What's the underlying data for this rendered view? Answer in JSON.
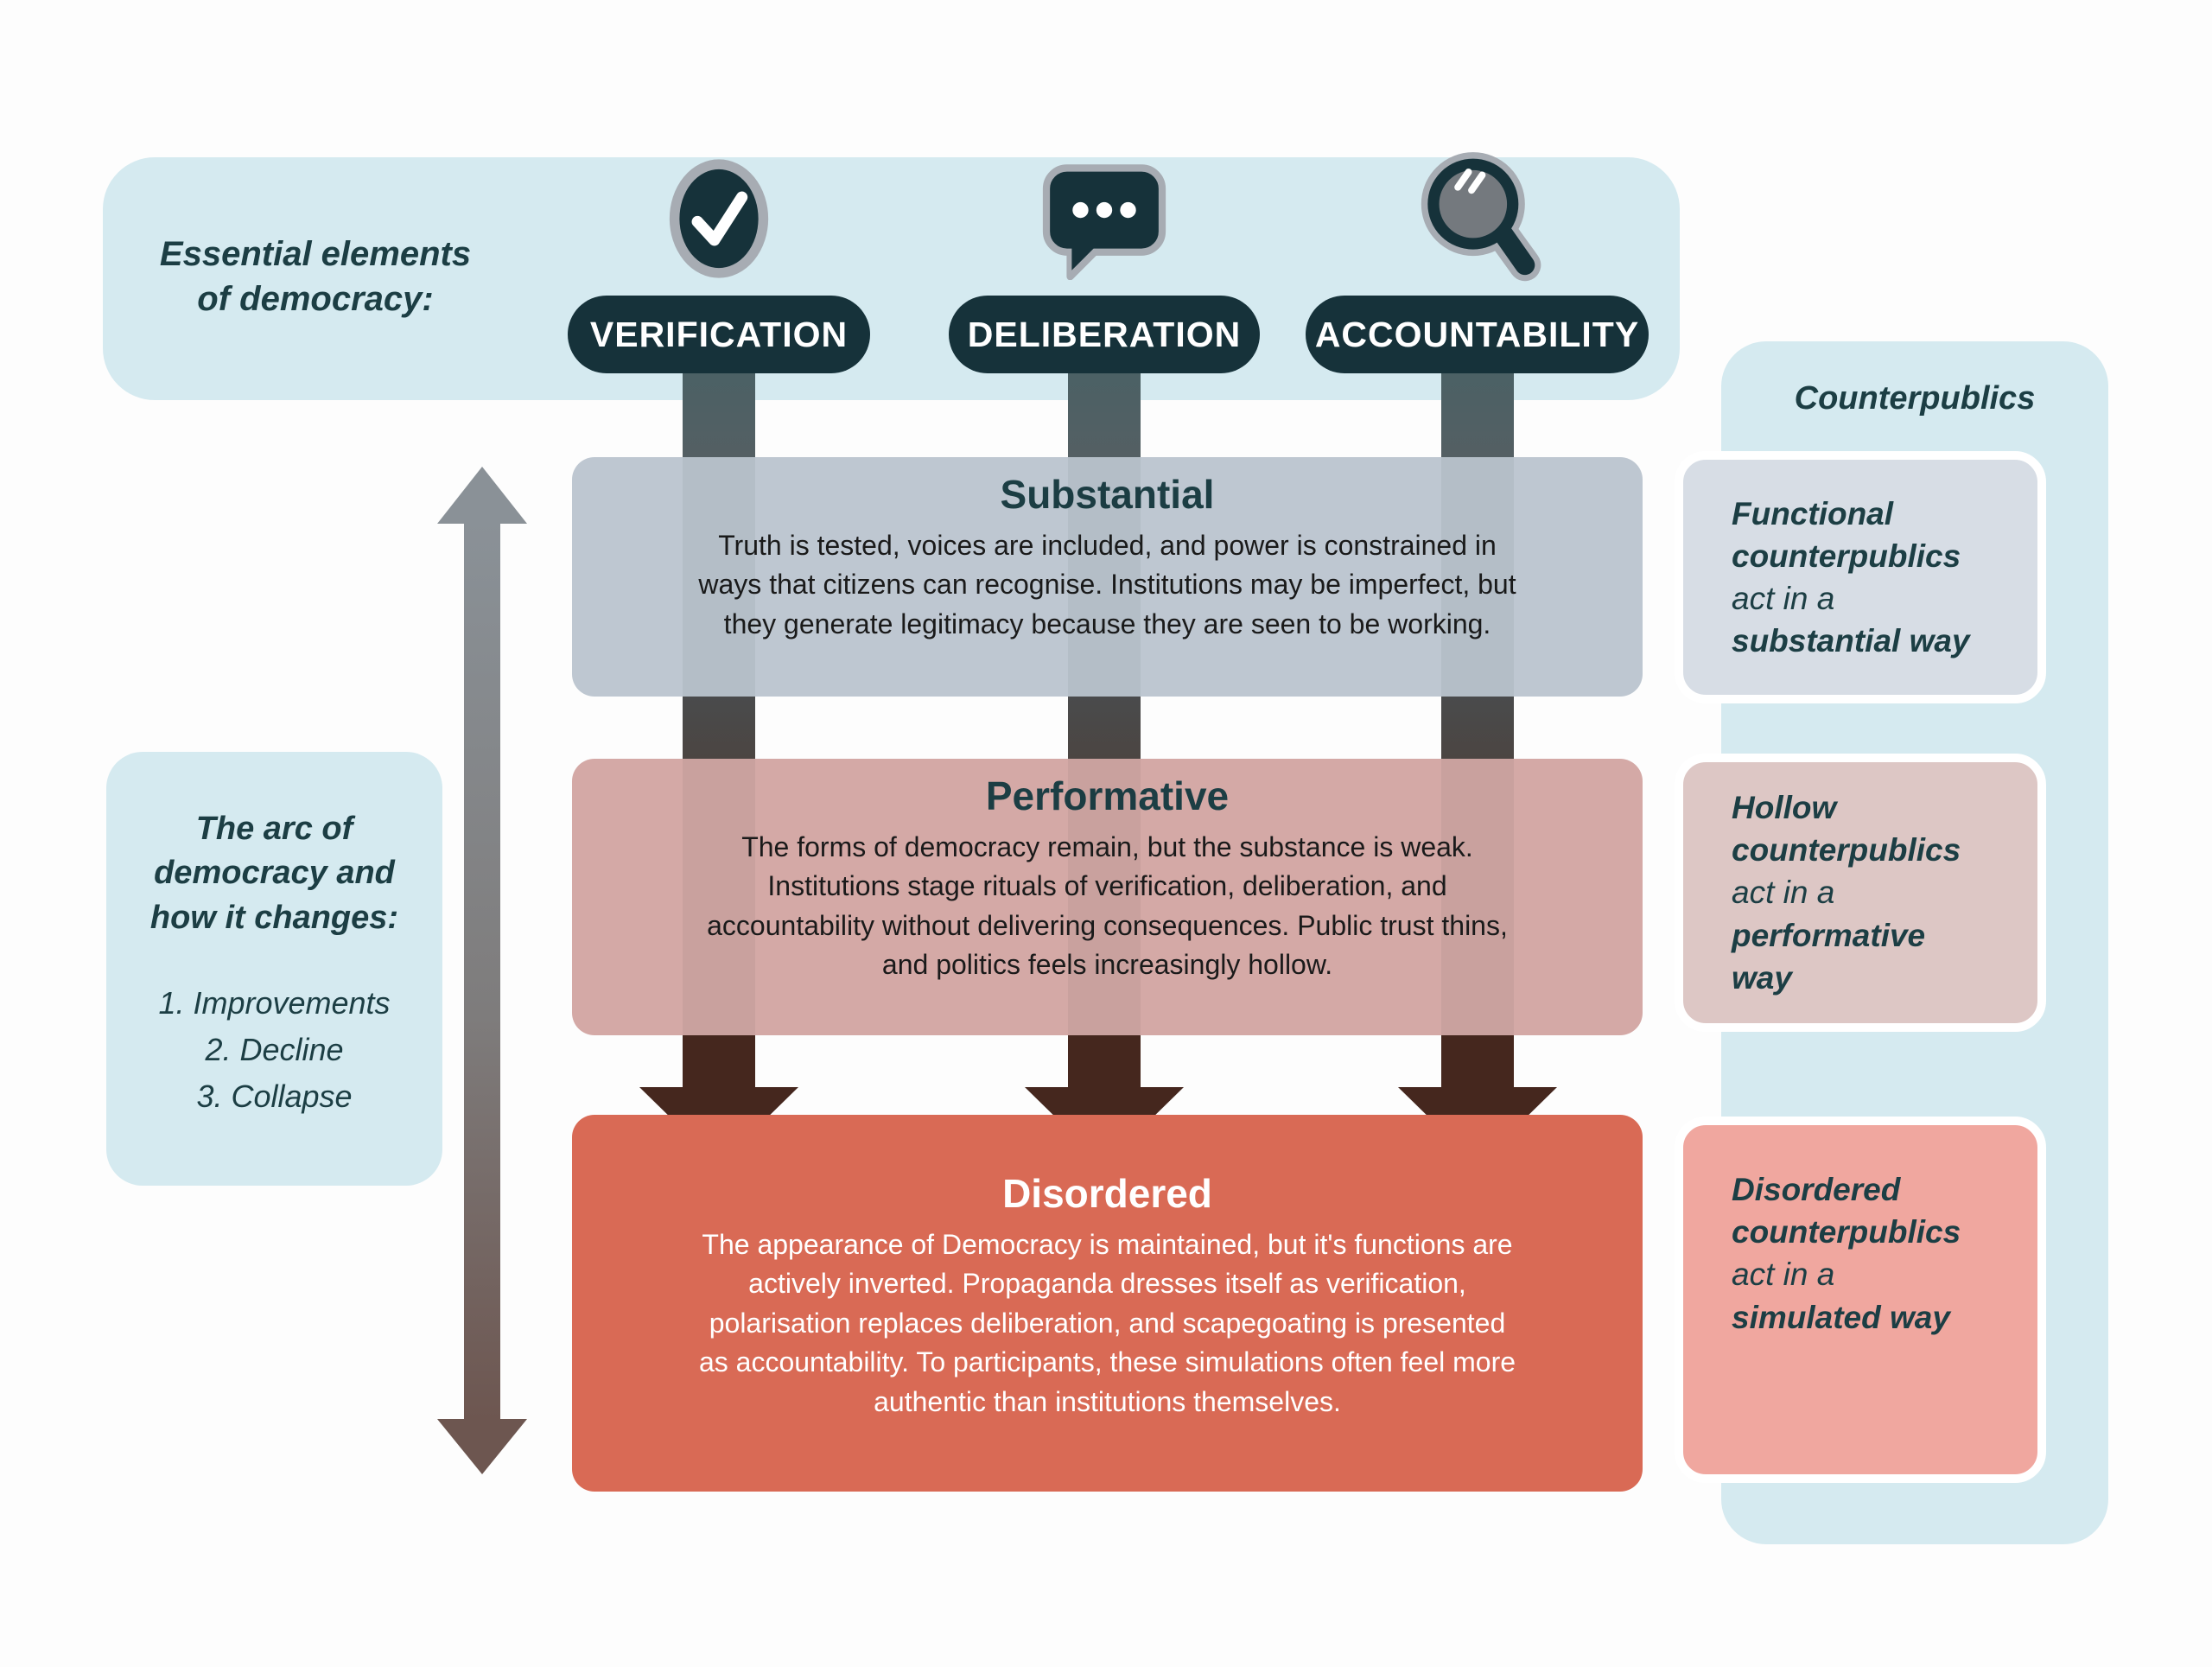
{
  "colors": {
    "bg": "#fdfdfd",
    "panel-blue": "#d5eaf0",
    "dark-teal": "#16323a",
    "text-teal": "#1c3e44",
    "gray-ring": "#a7acb3",
    "lens-gray": "#74797e",
    "band-substantial": "#bec7d1",
    "band-performative": "#d4a9a6",
    "band-disordered": "#d96a55",
    "box-functional": "#d7dde5",
    "box-hollow": "#ddc7c5",
    "box-disordered": "#f0a79f",
    "seg1-top": "#4b6165",
    "seg1-bottom": "#545f63",
    "seg2-top": "#4a4b4c",
    "seg2-bottom": "#4b4542",
    "seg3": "#45271e",
    "arrow-top": "#8a9197",
    "arrow-mid": "#7e7c7c",
    "arrow-bottom": "#6d5650",
    "body-dark": "#1a1a1a"
  },
  "header": {
    "label_line1": "Essential elements",
    "label_line2": "of democracy:"
  },
  "elements": [
    {
      "label": "VERIFICATION",
      "icon": "check-icon"
    },
    {
      "label": "DELIBERATION",
      "icon": "speech-bubble-icon"
    },
    {
      "label": "ACCOUNTABILITY",
      "icon": "magnifier-icon"
    }
  ],
  "bands": {
    "substantial": {
      "title": "Substantial",
      "body": "Truth is tested, voices are included, and power is constrained in\nways that citizens can recognise. Institutions may be imperfect, but\nthey generate legitimacy because they are seen to be working."
    },
    "performative": {
      "title": "Performative",
      "body": "The forms of democracy remain, but the substance is weak.\nInstitutions stage rituals of verification, deliberation, and\naccountability without delivering consequences. Public trust thins,\nand politics feels increasingly hollow."
    },
    "disordered": {
      "title": "Disordered",
      "body": "The appearance of Democracy is maintained, but it's functions are\nactively inverted. Propaganda dresses itself as verification,\npolarisation replaces deliberation, and scapegoating is presented\nas accountability. To participants, these simulations often feel more\nauthentic than institutions themselves."
    }
  },
  "arc_panel": {
    "heading_line1": "The arc of",
    "heading_line2": "democracy and",
    "heading_line3": "how it changes:",
    "items": [
      "1. Improvements",
      "2. Decline",
      "3. Collapse"
    ]
  },
  "counterpublics": {
    "heading": "Counterpublics",
    "boxes": [
      {
        "l1": "Functional",
        "l2": "counterpublics",
        "l3": "act in a",
        "l4": "substantial way",
        "l5": ""
      },
      {
        "l1": "Hollow",
        "l2": "counterpublics",
        "l3": "act in a",
        "l4": "performative",
        "l5": "way"
      },
      {
        "l1": "Disordered",
        "l2": "counterpublics",
        "l3": "act in a",
        "l4": "simulated way",
        "l5": ""
      }
    ]
  }
}
